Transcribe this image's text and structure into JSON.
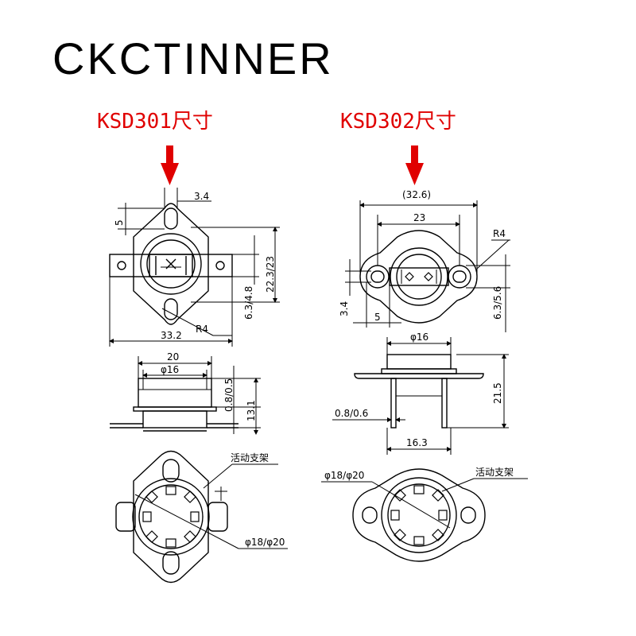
{
  "brand": "CKCTINNER",
  "accent_color": "#e00000",
  "ksd301": {
    "title": "KSD301尺寸",
    "dims": {
      "d_3_4": "3.4",
      "d_5": "5",
      "d_22_3_23": "22.3/23",
      "d_6_3_4_8": "6.3/4.8",
      "d_33_2": "33.2",
      "r4": "R4",
      "d_20": "20",
      "d_phi16": "φ16",
      "d_0_8_0_5": "0.8/0.5",
      "d_13_1": "13.1",
      "bracket": "活动支架",
      "d_phi18_20": "φ18/φ20"
    }
  },
  "ksd302": {
    "title": "KSD302尺寸",
    "dims": {
      "d_32_6": "(32.6)",
      "d_23": "23",
      "r4": "R4",
      "d_6_3_5_6": "6.3/5.6",
      "d_3_4": "3.4",
      "d_5": "5",
      "d_phi16": "φ16",
      "d_21_5": "21.5",
      "d_0_8_0_6": "0.8/0.6",
      "d_16_3": "16.3",
      "d_phi18_20": "φ18/φ20",
      "bracket": "活动支架"
    }
  },
  "icons": {
    "arrow": "down-arrow-icon"
  }
}
